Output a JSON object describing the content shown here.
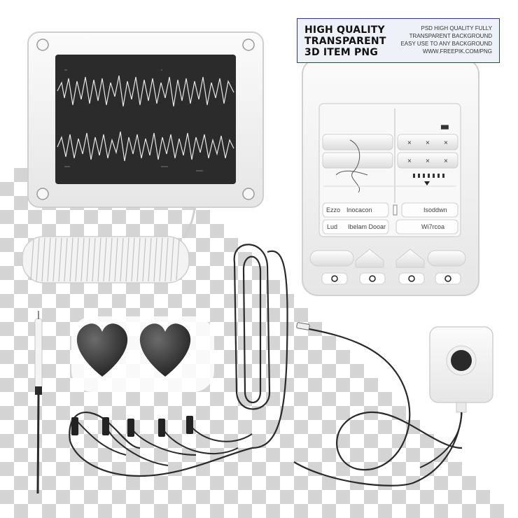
{
  "banner": {
    "title": "HIGH QUALITY\nTRANSPARENT\n3D ITEM PNG",
    "line1": "PSD HIGH QUALITY FULLY",
    "line2": "TRANSPARENT BACKGROUND",
    "line3": "EASY USE TO ANY BACKGROUND",
    "line4": "WWW.FREEPIK.COM/PNG"
  },
  "device_panel": {
    "left_label_1": "Ezzo",
    "left_value_1": "Inocacon",
    "right_value_1": "Isoddwn",
    "left_label_2": "Lud",
    "left_value_2": "Ibelam  Dooar",
    "right_value_2": "Wi7rcoa"
  },
  "colors": {
    "checker_gray": "#d4d4d4",
    "screen": "#2b2b2b",
    "device_body": "#f1f1f1",
    "banner_border": "#2a3f7a"
  }
}
